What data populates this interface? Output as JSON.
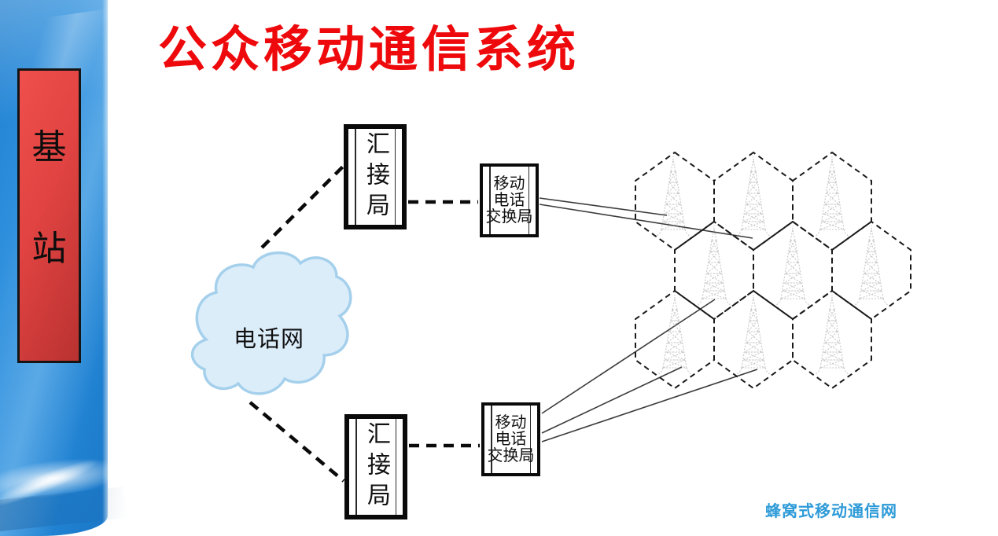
{
  "slide": {
    "title": "公众移动通信系统",
    "caption": "蜂窝式移动通信网"
  },
  "sidebar": {
    "banner_label": "基站",
    "banner_chars": [
      "基",
      "站"
    ]
  },
  "diagram": {
    "cloud": {
      "label": "电话网"
    },
    "tandem_top": {
      "label": "汇接局"
    },
    "tandem_bottom": {
      "label": "汇接局"
    },
    "mtso_top": {
      "lines": [
        "移动",
        "电话",
        "交换局"
      ]
    },
    "mtso_bottom": {
      "lines": [
        "移动",
        "电话",
        "交换局"
      ]
    },
    "cell_grid": {
      "rows": 3,
      "hexagons_per_row": 3,
      "tower_icon": "radio-tower-icon",
      "style": "dashed hexagon cells, one faint lattice tower per cell"
    },
    "connections": {
      "dashed": [
        "电话网 — 汇接局(上)",
        "电话网 — 汇接局(下)",
        "汇接局(上) — 移动电话交换局(上)",
        "汇接局(下) — 移动电话交换局(下)"
      ],
      "solid_trunks": [
        "移动电话交换局(上) → 2 条至上排蜂窝基站",
        "移动电话交换局(下) → 3 条至中/下排蜂窝基站"
      ]
    }
  },
  "colors": {
    "title_red": "#ee0a0c",
    "banner_red": "#e04341",
    "caption_blue": "#2e9bd8",
    "cloud_fill": "#dcedfa",
    "cloud_stroke": "#a5d0ec",
    "sidebar_blue": "#2e8fdd",
    "line_black": "#0a0a0a",
    "tower_gray": "#9b9b9b"
  }
}
